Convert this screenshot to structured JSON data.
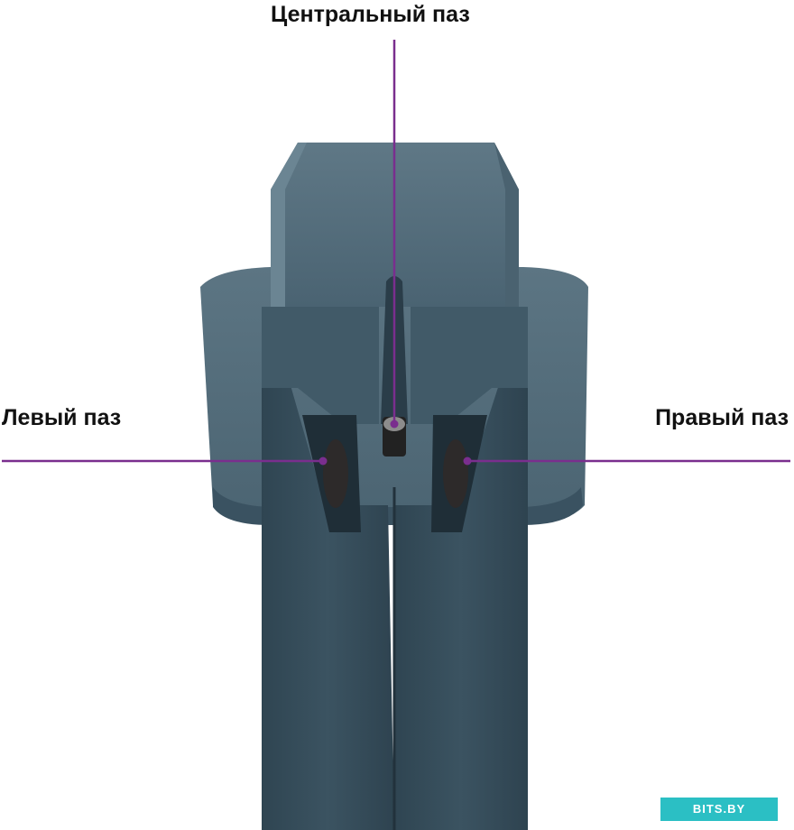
{
  "labels": {
    "center": "Центральный паз",
    "left": "Левый паз",
    "right": "Правый паз"
  },
  "watermark": "BITS.BY",
  "colors": {
    "body": "#3d5563",
    "body_light": "#56707e",
    "body_dark": "#2a3d49",
    "annotation_line": "#7a2e8e",
    "watermark_bg": "#2bbfc4"
  }
}
